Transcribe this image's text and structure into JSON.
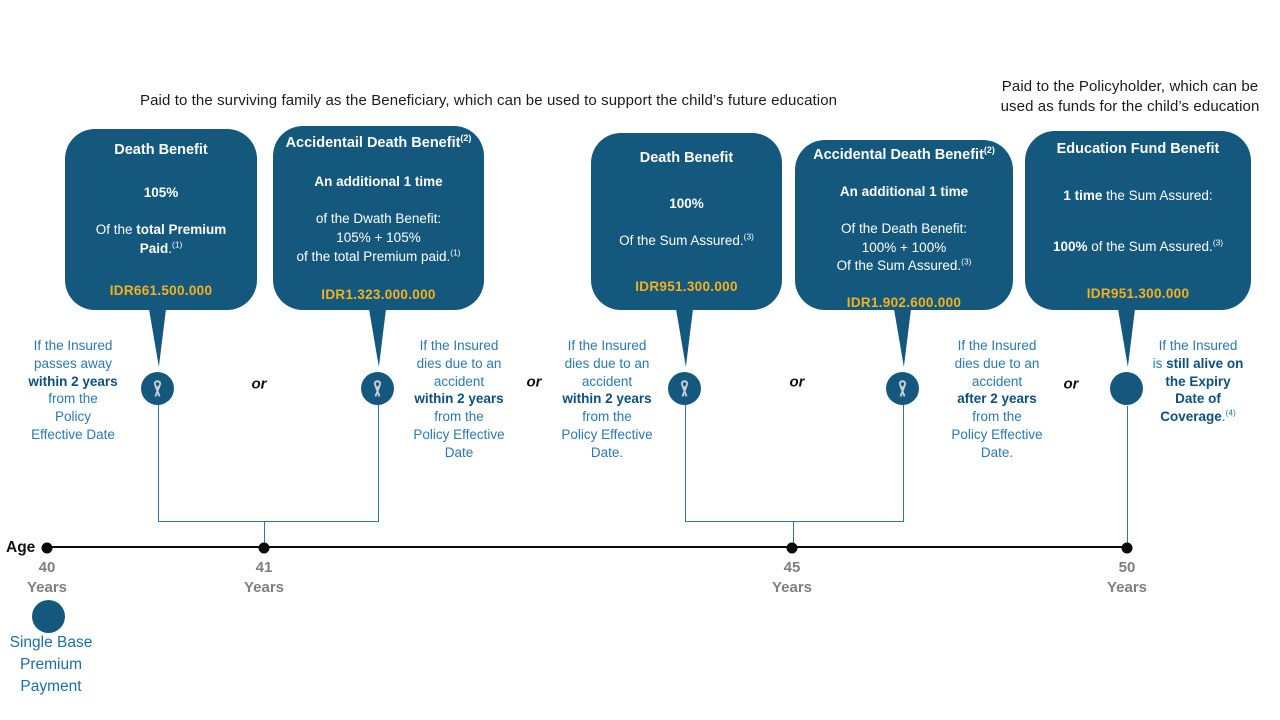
{
  "captions": {
    "left": "Paid to the surviving family as the Beneficiary, which can be used to support the child’s future education",
    "right": "Paid to the Policyholder, which can be\nused as funds for the child’s education"
  },
  "or_label": "or",
  "age_axis_label": "Age",
  "colors": {
    "box_bg": "#15587D",
    "amount_yellow": "#F3B21E",
    "desc_blue": "#2A7AB0",
    "desc_navy": "#0D4F80",
    "year_gray": "#7D7F83",
    "connector_blue": "#2E75A8",
    "ribbon_gray": "#C9CED6",
    "premium_blue": "#1C6FA6",
    "ink": "#1B1B1B"
  },
  "icons": {
    "node_icon": "awareness-ribbon"
  },
  "boxes": [
    {
      "title": [
        {
          "t": "Death Benefit",
          "b": true
        }
      ],
      "lines": [
        [
          {
            "t": "105%",
            "b": true
          }
        ],
        [
          {
            "t": "Of the "
          },
          {
            "t": "total Premium\nPaid",
            "b": true
          },
          {
            "t": "."
          },
          {
            "t": "(1)",
            "sup": true
          }
        ]
      ],
      "amount": "IDR661.500.000"
    },
    {
      "title": [
        {
          "t": "Accidentail Death Benefit",
          "b": true
        },
        {
          "t": "(2)",
          "b": true,
          "sup": true
        }
      ],
      "lines": [
        [
          {
            "t": "An additional 1 time",
            "b": true
          }
        ],
        [
          {
            "t": "of the Dwath Benefit:\n105% + 105%\nof the total Premium paid."
          },
          {
            "t": "(1)",
            "sup": true
          }
        ]
      ],
      "amount": "IDR1.323.000.000"
    },
    {
      "title": [
        {
          "t": "Death Benefit",
          "b": true
        }
      ],
      "lines": [
        [
          {
            "t": "100%",
            "b": true
          }
        ],
        [
          {
            "t": "Of the Sum Assured."
          },
          {
            "t": "(3)",
            "sup": true
          }
        ]
      ],
      "amount": "IDR951.300.000"
    },
    {
      "title": [
        {
          "t": "Accidental Death Benefit",
          "b": true
        },
        {
          "t": "(2)",
          "b": true,
          "sup": true
        }
      ],
      "lines": [
        [
          {
            "t": "An additional 1 time",
            "b": true
          }
        ],
        [
          {
            "t": "Of the Death Benefit:\n100% + 100%\nOf the Sum Assured."
          },
          {
            "t": "(3)",
            "sup": true
          }
        ]
      ],
      "amount": "IDR1.902.600.000"
    },
    {
      "title": [
        {
          "t": "Education Fund Benefit",
          "b": true
        }
      ],
      "lines": [
        [
          {
            "t": "1 time",
            "b": true
          },
          {
            "t": " the Sum Assured:"
          }
        ],
        [
          {
            "t": "100%",
            "b": true
          },
          {
            "t": " of the Sum Assured."
          },
          {
            "t": "(3)",
            "sup": true
          }
        ]
      ],
      "amount": "IDR951.300.000"
    }
  ],
  "descriptions": [
    [
      {
        "t": "If the Insured\npasses away\n"
      },
      {
        "t": "within 2 years",
        "b": true
      },
      {
        "t": "\nfrom the\nPolicy\nEffective Date"
      }
    ],
    [
      {
        "t": "If the Insured\ndies due to an\naccident\n"
      },
      {
        "t": "within 2 years",
        "b": true
      },
      {
        "t": "\nfrom the\nPolicy Effective\nDate"
      }
    ],
    [
      {
        "t": "If the Insured\ndies due to an\naccident\n"
      },
      {
        "t": "within 2 years",
        "b": true
      },
      {
        "t": "\nfrom the\nPolicy Effective\nDate."
      }
    ],
    [
      {
        "t": "If the Insured\ndies due to an\naccident\n"
      },
      {
        "t": "after 2 years",
        "b": true
      },
      {
        "t": "\nfrom the\nPolicy Effective\nDate."
      }
    ],
    [
      {
        "t": "If the Insured\nis "
      },
      {
        "t": "still alive on\nthe Expiry\nDate of\nCoverage",
        "b": true
      },
      {
        "t": "."
      },
      {
        "t": "(4)",
        "sup": true
      }
    ]
  ],
  "timeline": {
    "ticks": [
      {
        "age": "40",
        "unit": "Years"
      },
      {
        "age": "41",
        "unit": "Years"
      },
      {
        "age": "45",
        "unit": "Years"
      },
      {
        "age": "50",
        "unit": "Years"
      }
    ]
  },
  "premium": {
    "label": "Single Base\nPremium\nPayment"
  }
}
